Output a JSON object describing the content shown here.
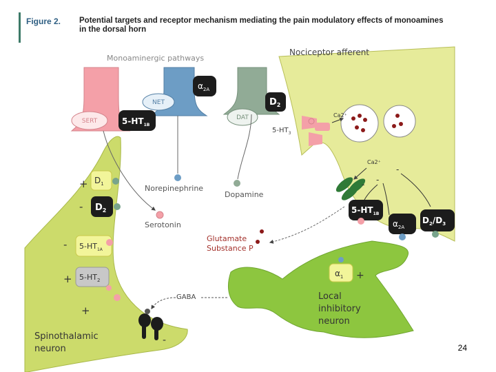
{
  "figure": {
    "label": "Figure 2.",
    "title": "Potential targets and receptor mechanism mediating the pain modulatory effects of monoamines in the dorsal horn"
  },
  "page_number": "24",
  "labels": {
    "pathways": "Monoaminergic pathways",
    "nociceptor": "Nociceptor afferent",
    "sert": "SERT",
    "net": "NET",
    "dat": "DAT",
    "alpha2a_top": "α",
    "alpha2a_top_sub": "2A",
    "d2_top": "D",
    "d2_top_sub": "2",
    "ht1b_top": "5-HT",
    "ht1b_top_sub": "1B",
    "ca_top": "Ca2⁺",
    "ca_mid": "Ca2⁺",
    "ht3": "5-HT",
    "ht3_sub": "3",
    "norepinephrine": "Norepinephrine",
    "dopamine": "Dopamine",
    "serotonin": "Serotonin",
    "glutamate": "Glutamate",
    "substance_p": "Substance P",
    "d1_left": "D",
    "d1_left_sub": "1",
    "d2_left": "D",
    "d2_left_sub": "2",
    "ht1a_left": "5-HT",
    "ht1a_left_sub": "1A",
    "ht2_left": "5-HT",
    "ht2_left_sub": "2",
    "ht1b_right": "5-HT",
    "ht1b_right_sub": "1B",
    "alpha2a_right": "α",
    "alpha2a_right_sub": "2A",
    "d2d3_right": "D",
    "d2d3_right_sub": "2",
    "d2d3_right_mid": "/D",
    "d2d3_right_sub2": "3",
    "alpha1": "α",
    "alpha1_sub": "1",
    "gaba": "GABA",
    "local_l1": "Local",
    "local_l2": "inhibitory",
    "local_l3": "neuron",
    "spino_l1": "Spinothalamic",
    "spino_l2": "neuron",
    "plus": "+",
    "minus": "-"
  },
  "colors": {
    "neuron_green": "#ccdb6b",
    "serotonin_pink": "#f4a0a8",
    "ne_blue": "#6d9dc5",
    "da_green": "#91ab96",
    "receptor_black": "#1c1c1c",
    "label_red": "#a3302a",
    "dot_dark_red": "#8c1a1a",
    "dot_grey_green": "#78a48c"
  }
}
